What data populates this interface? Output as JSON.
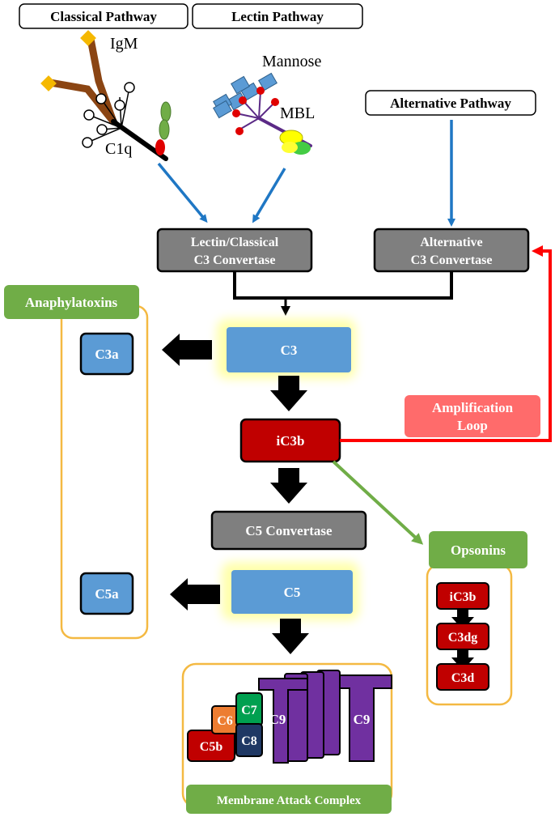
{
  "headers": {
    "classical": "Classical Pathway",
    "lectin": "Lectin Pathway",
    "alternative": "Alternative Pathway"
  },
  "molecules": {
    "igm": "IgM",
    "c1q": "C1q",
    "mannose": "Mannose",
    "mbl": "MBL"
  },
  "convertases": {
    "lectin_classical_line1": "Lectin/Classical",
    "lectin_classical_line2": "C3 Convertase",
    "alternative_line1": "Alternative",
    "alternative_line2": "C3 Convertase",
    "c5": "C5 Convertase"
  },
  "components": {
    "c3": "C3",
    "c3a": "C3a",
    "ic3b": "iC3b",
    "c5": "C5",
    "c5a": "C5a"
  },
  "groups": {
    "anaphylatoxins": "Anaphylatoxins",
    "opsonins": "Opsonins",
    "mac": "Membrane Attack Complex"
  },
  "amplification": {
    "line1": "Amplification",
    "line2": "Loop"
  },
  "opsonin_items": [
    "iC3b",
    "C3dg",
    "C3d"
  ],
  "mac_parts": {
    "c5b": "C5b",
    "c6": "C6",
    "c7": "C7",
    "c8": "C8",
    "c9_left": "C9",
    "c9_right": "C9"
  },
  "colors": {
    "blue": "#5b9bd5",
    "dark_red": "#c00000",
    "gray": "#7f7f7f",
    "green": "#70ad47",
    "orange_border": "#f4b942",
    "amplification": "#ff6b6b",
    "purple": "#7030a0",
    "arrow_blue": "#1f77c4",
    "red_line": "#ff0000"
  }
}
